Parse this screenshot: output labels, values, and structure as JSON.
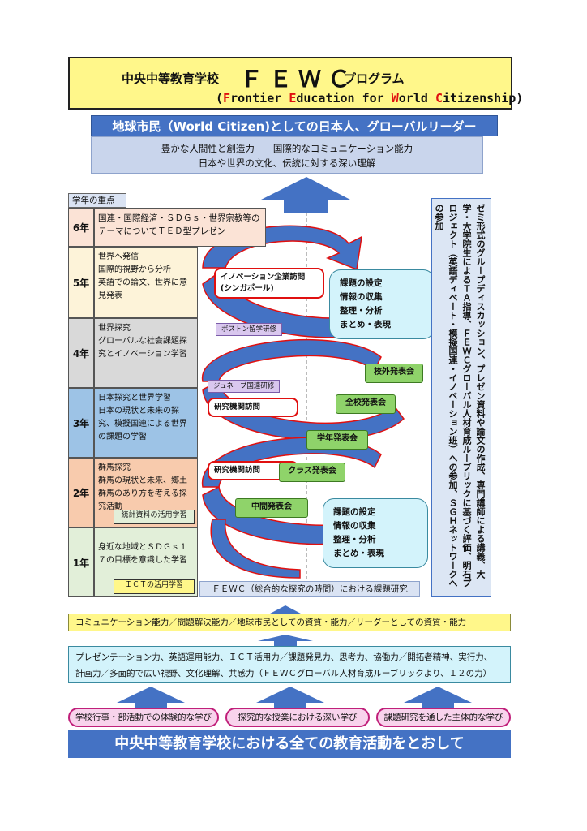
{
  "header": {
    "school": "中央中等教育学校",
    "program_name": "ＦＥＷＣ",
    "program_suffix": "プログラム",
    "english_open": "(",
    "english_F": "F",
    "english_1": "rontier ",
    "english_E": "E",
    "english_2": "ducation for ",
    "english_W": "W",
    "english_3": "orld ",
    "english_C": "C",
    "english_4": "itizenship)"
  },
  "goal": {
    "citizen": "地球市民（World Citizen)としての日本人、グローバルリーダー",
    "line1": "豊かな人間性と創造力　　国際的なコミュニケーション能力",
    "line2": "日本や世界の文化、伝統に対する深い理解"
  },
  "grade_header": "学年の重点",
  "grades": [
    {
      "year": "6年",
      "text": "国連・国際経済・ＳＤＧｓ・世界宗教等のテーマについてＴＥＤ型プレゼン",
      "color": "#fbe3d6"
    },
    {
      "year": "5年",
      "text": "世界へ発信\n国際的視野から分析\n英語での論文、世界に意見発表",
      "color": "#fdf3d9"
    },
    {
      "year": "4年",
      "text": "世界探究\nグローバルな社会課題探究とイノベーション学習",
      "color": "#d9d9d9"
    },
    {
      "year": "3年",
      "text": "日本探究と世界学習\n日本の現状と未来の探究、模擬国連による世界の課題の学習",
      "color": "#9dc3e6"
    },
    {
      "year": "2年",
      "text": "群馬探究\n群馬の現状と未来、郷土群馬のあり方を考える探究活動",
      "color": "#f8cbad"
    },
    {
      "year": "1年",
      "text": "身近な地域とＳＤＧｓ１７の目標を意識した学習",
      "color": "#e2efd9"
    }
  ],
  "badges": {
    "grade2": "統計資料の活用学習",
    "grade1": "ＩＣＴの活用学習"
  },
  "spiral": {
    "callouts": [
      "イノベーション企業訪問\n(シンガポール)",
      "研究機関訪問",
      "研究機関訪問"
    ],
    "small_callouts": [
      "ボストン留学研修",
      "ジュネーブ国連研修"
    ],
    "presentations": [
      "校外発表会",
      "全校発表会",
      "学年発表会",
      "クラス発表会",
      "中間発表会"
    ],
    "bubble_top": [
      "課題の設定",
      "情報の収集",
      "整理・分析",
      "まとめ・表現"
    ],
    "bubble_bottom": [
      "課題の設定",
      "情報の収集",
      "整理・分析",
      "まとめ・表現"
    ],
    "fewc_bar": "ＦＥＷＣ（総合的な探究の時間）における課題研究"
  },
  "vertical_text": "ゼミ形式のグループディスカッション、プレゼン資料や論文の作成、専門講師による講義、大学・大学院生によるＴＡ指導、ＦＥＷＣグローバル人材育成ルーブリックに基づく評価、明石プロジェクト（英語ディベート・模擬国連・イノベーション班）への参加、ＳＧＨネットワークへの参加",
  "skills": {
    "line1": "コミュニケーション能力／問題解決能力／地球市民としての資質・能力／リーダーとしての資質・能力",
    "line2a": "プレゼンテーション力、英語運用能力、ＩＣＴ活用力／課題発見力、思考力、協働力／開拓者精神、実行力、",
    "line2b": "計画力／多面的で広い視野、文化理解、共感力（ＦＥＷＣグローバル人材育成ルーブリックより、１２の力）"
  },
  "pillars": [
    "学校行事・部活動での体験的な学び",
    "探究的な授業における深い学び",
    "課題研究を通した主体的な学び"
  ],
  "footer": "中央中等教育学校における全ての教育活動をとおして",
  "colors": {
    "accent_blue": "#4472c4",
    "yellow": "#fff78a",
    "red": "#e01010",
    "green": "#8fd36a"
  }
}
